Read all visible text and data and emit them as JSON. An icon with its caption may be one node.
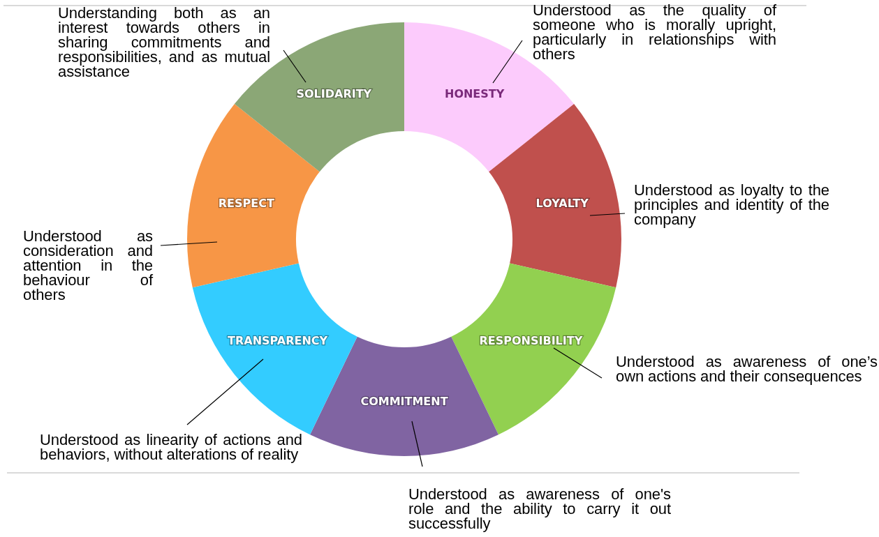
{
  "diagram": {
    "nodes": [
      {
        "text": [
          "HONESTY"
        ]
      },
      {
        "text": [
          "LOYALTY"
        ]
      },
      {
        "text": [
          "RESPONSIBILITY"
        ]
      },
      {
        "text": [
          "COMMITMENT"
        ]
      },
      {
        "text": [
          "TRANSPARENCY"
        ]
      },
      {
        "text": [
          "RESPECT"
        ]
      },
      {
        "text": [
          "SOLIDARITY"
        ]
      },
      {
        "text": [
          "Understood as the quality of someone who is morally upright, particularly in relationships with others"
        ]
      },
      {
        "text": [
          "Understood as loyalty to the principles and identity of the company"
        ]
      },
      {
        "text": [
          "Understood as awareness of one’s own actions and their consequences"
        ]
      },
      {
        "text": [
          "Understood as awareness of one's role and the ability to carry it out successfully"
        ]
      },
      {
        "text": [
          "Understood as linearity of actions and behaviors, without alterations of reality"
        ]
      },
      {
        "text": [
          "Understood as consideration and attention in the behaviour of others"
        ]
      },
      {
        "text": [
          "Understanding both as an interest towards others in sharing commitments and responsibilities, and as mutual assistance"
        ]
      }
    ],
    "edges": [
      {
        "from": 7,
        "to": 0,
        "arrow": "none"
      },
      {
        "from": 8,
        "to": 1,
        "arrow": "none"
      },
      {
        "from": 9,
        "to": 2,
        "arrow": "none"
      },
      {
        "from": 10,
        "to": 3,
        "arrow": "none"
      },
      {
        "from": 11,
        "to": 4,
        "arrow": "none"
      },
      {
        "from": 12,
        "to": 5,
        "arrow": "none"
      },
      {
        "from": 13,
        "to": 6,
        "arrow": "none"
      }
    ]
  }
}
